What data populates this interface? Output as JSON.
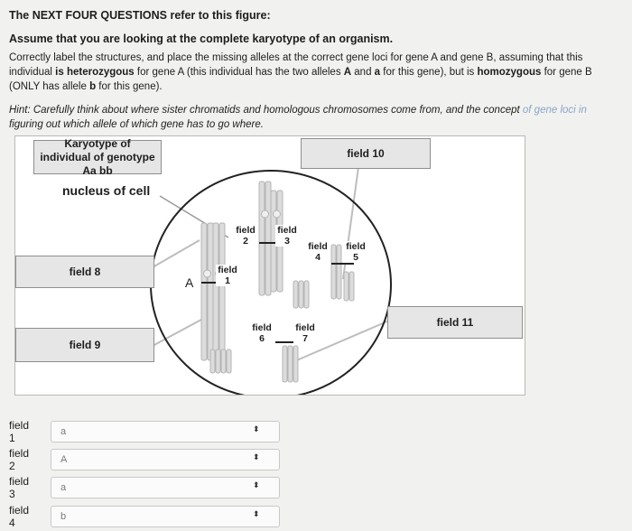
{
  "question": {
    "title": "The NEXT FOUR QUESTIONS refer to this figure:",
    "subtitle": "Assume that you are looking at the complete karyotype of an organism.",
    "para_1": "Correctly label the structures, and place the missing alleles at the correct gene loci for gene A and gene B, assuming that this individual ",
    "para_bold_1": "is heterozygous",
    "para_2": " for gene A (this individual has the two alleles ",
    "para_bold_2": "A",
    "para_3": " and ",
    "para_bold_3": "a",
    "para_4": " for this gene), but is ",
    "para_bold_4": "homozygous",
    "para_5": " for gene B (ONLY has allele ",
    "para_bold_5": "b",
    "para_6": " for this gene).",
    "hint_main": "Hint: Carefully think about where sister chromatids and homologous chromosomes come from, and the concept ",
    "hint_faded": "of gene loci in",
    "hint_end": "figuring out which allele of which gene has to go where."
  },
  "figure": {
    "karyotype_label": "Karyotype of individual of genotype Aa bb",
    "nucleus_label": "nucleus of cell",
    "allele_A": "A",
    "field_8": "field 8",
    "field_9": "field 9",
    "field_10": "field 10",
    "field_11": "field 11",
    "field_1_word": "field",
    "field_1_num": "1",
    "field_2_word": "field",
    "field_2_num": "2",
    "field_3_word": "field",
    "field_3_num": "3",
    "field_4_word": "field",
    "field_4_num": "4",
    "field_5_word": "field",
    "field_5_num": "5",
    "field_6_word": "field",
    "field_6_num": "6",
    "field_7_word": "field",
    "field_7_num": "7",
    "colors": {
      "drop_fill": "#e6e6e6",
      "chromosome": "#dcdcdc",
      "circle_stroke": "#222222"
    }
  },
  "selects": [
    {
      "label": "field 1",
      "value": "a"
    },
    {
      "label": "field 2",
      "value": "A"
    },
    {
      "label": "field 3",
      "value": "a"
    },
    {
      "label": "field 4",
      "value": "b"
    }
  ],
  "icons": {
    "select_arrow": "⬍"
  }
}
